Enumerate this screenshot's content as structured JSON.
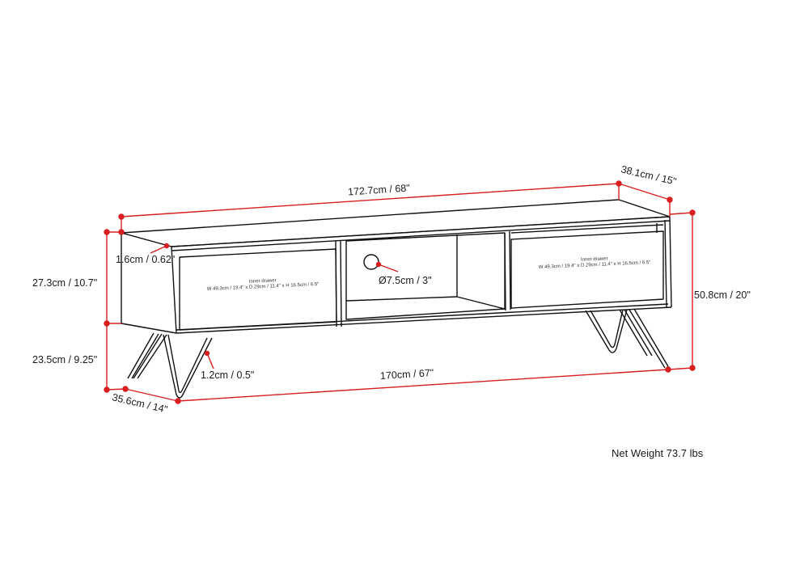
{
  "diagram": {
    "subject": "TV media console with two drawers, open center shelf with cable hole, and hairpin legs",
    "colors": {
      "dimension_line": "#d81e1e",
      "outline": "#111111",
      "background": "#ffffff"
    },
    "dimensions": {
      "overall_width": "172.7cm / 68\"",
      "overall_depth": "38.1cm / 15\"",
      "overall_height": "50.8cm / 20\"",
      "cabinet_height": "27.3cm / 10.7\"",
      "leg_height": "23.5cm / 9.25\"",
      "top_thickness": "1.6cm / 0.62\"",
      "cable_hole": "Ø7.5cm / 3\"",
      "leg_diameter": "1.2cm / 0.5\"",
      "leg_span_width": "170cm / 67\"",
      "leg_span_depth": "35.6cm / 14\""
    },
    "drawers": [
      {
        "title": "Inner drawer",
        "spec": "W 49.3cm / 19.4\" x D 29cm / 11.4\" x H 16.5cm / 6.5\""
      },
      {
        "title": "Inner drawer",
        "spec": "W 49.3cm / 19.4\" x D 29cm / 11.4\" x H 16.5cm / 6.5\""
      }
    ],
    "net_weight": "Net Weight 73.7 lbs"
  }
}
